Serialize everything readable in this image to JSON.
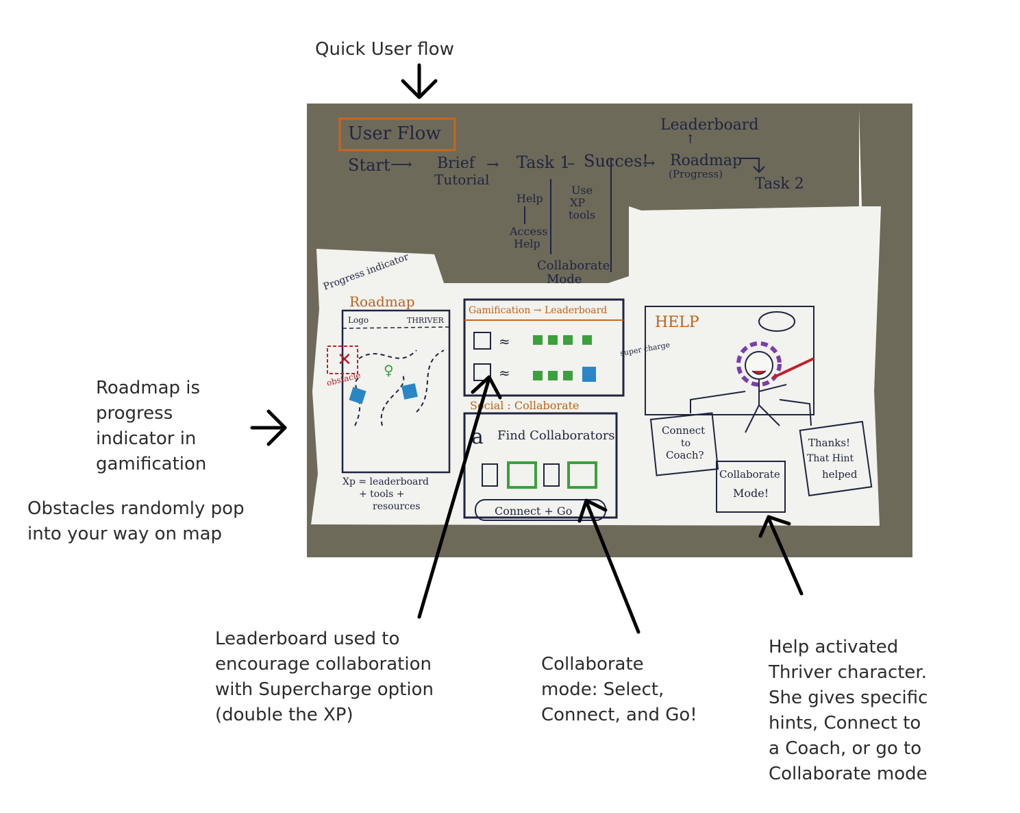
{
  "notes": {
    "flow_heading": "Quick User flow",
    "roadmap": [
      "Roadmap is",
      "progress",
      "indicator in",
      "gamification"
    ],
    "obstacles": [
      "Obstacles randomly pop",
      "into your way on map"
    ],
    "leaderboard": [
      "Leaderboard used to",
      "encourage collaboration",
      "with Supercharge option",
      "(double the XP)"
    ],
    "collaborate": [
      "Collaborate",
      "mode: Select,",
      "Connect, and Go!"
    ],
    "help": [
      "Help activated",
      "Thriver character.",
      "She gives specific",
      "hints, Connect to",
      "a Coach, or go to",
      "Collaborate mode"
    ]
  },
  "sketch": {
    "title": "User Flow",
    "start": "Start",
    "brief": "Brief",
    "tutorial": "Tutorial",
    "task1": "Task 1",
    "success": "Succes!",
    "leaderboard": "Leaderboard",
    "roadmap": "Roadmap",
    "progress": "(Progress)",
    "task2": "Task 2",
    "help": "Help",
    "access": "Access",
    "help2": "Help",
    "use": "Use",
    "xp": "XP",
    "tools": "tools",
    "collaborate": "Collaborate",
    "mode": "Mode",
    "progress_indicator": "Progress indicator",
    "roadmap_label": "Roadmap",
    "logo": "Logo",
    "thriver": "THRIVER",
    "obstacle": "obstacle",
    "xp_note_1": "Xp = leaderboard",
    "xp_note_2": "+ tools +",
    "xp_note_3": "resources",
    "gamification": "Gamification → Leaderboard",
    "supercharge": "super charge",
    "social": "Social : Collaborate",
    "find": "Find Collaborators",
    "connect_go": "Connect + Go",
    "help_title": "HELP",
    "connect_coach_1": "Connect",
    "connect_coach_2": "to",
    "connect_coach_3": "Coach?",
    "collab_mode_1": "Collaborate",
    "collab_mode_2": "Mode!",
    "thanks_1": "Thanks!",
    "thanks_2": "That Hint",
    "thanks_3": "helped"
  },
  "colors": {
    "board": "#6e6a5a",
    "paper": "#f7f7f4",
    "ink": "#1f2440",
    "orange": "#c7671f",
    "green": "#3aa13c",
    "red": "#c0202a",
    "purple": "#7a3ea8",
    "blue": "#2b86c5"
  }
}
